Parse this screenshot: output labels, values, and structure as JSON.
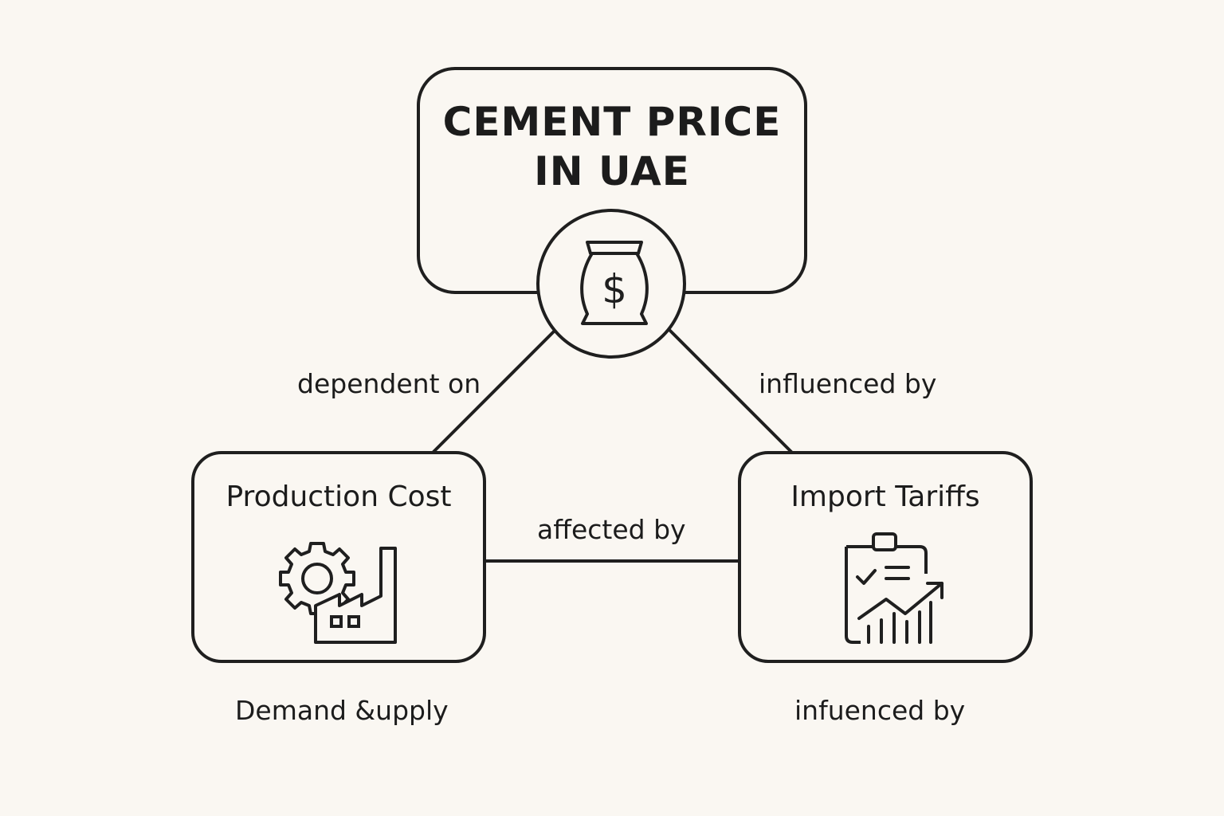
{
  "center": {
    "title_line1": "CEMENT PRICE",
    "title_line2": "IN UAE",
    "icon": "money-bag-icon"
  },
  "nodes": [
    {
      "title": "Production Cost",
      "icon": "gear-factory-icon"
    },
    {
      "title": "Import Tariffs",
      "icon": "clipboard-chart-icon"
    }
  ],
  "edges": {
    "center_to_production": "dependent on",
    "center_to_tariffs": "influenced by",
    "production_to_tariffs": "affected by"
  },
  "bottom_labels": {
    "left": "Demand &upply",
    "right": "infuenced by"
  }
}
